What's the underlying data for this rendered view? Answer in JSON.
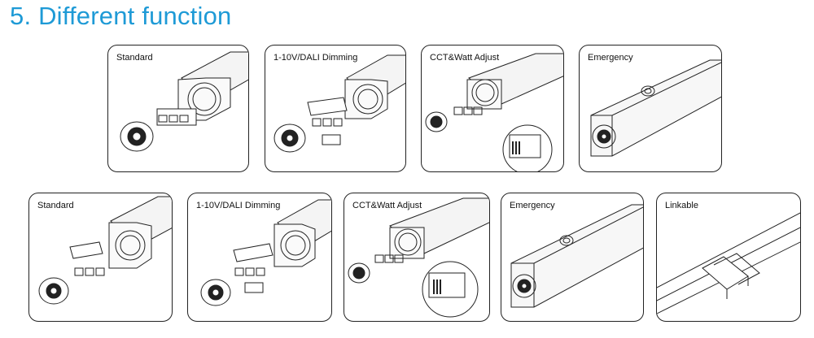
{
  "heading": "5. Different function",
  "panels": [
    {
      "label": "Standard"
    },
    {
      "label": "1-10V/DALI Dimming"
    },
    {
      "label": "CCT&Watt Adjust"
    },
    {
      "label": "Emergency"
    },
    {
      "label": "Standard"
    },
    {
      "label": "1-10V/DALI Dimming"
    },
    {
      "label": "CCT&Watt Adjust"
    },
    {
      "label": "Emergency"
    },
    {
      "label": "Linkable"
    }
  ]
}
